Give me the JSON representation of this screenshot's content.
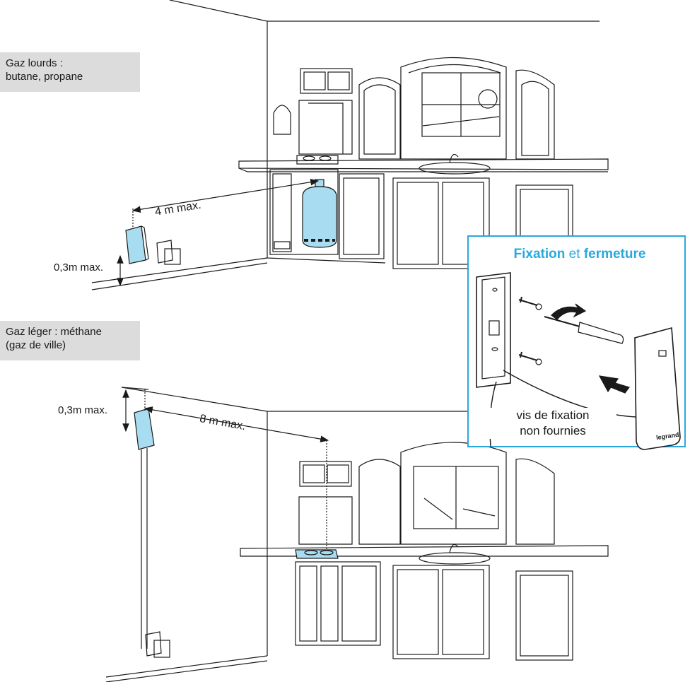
{
  "colors": {
    "accent": "#2aa8dd",
    "detector": "#a8dcf0",
    "label_bg": "#dcdcdc",
    "line": "#1a1a1a"
  },
  "heavy_gas": {
    "line1": "Gaz lourds :",
    "line2": "butane, propane",
    "height_label": "0,3m max.",
    "distance_label": "4 m max."
  },
  "light_gas": {
    "line1": "Gaz léger : méthane",
    "line2": "(gaz de ville)",
    "height_label": "0,3m max.",
    "distance_label": "8 m max."
  },
  "inset": {
    "title_bold": "Fixation",
    "title_connector": "et",
    "title_bold2": "fermeture",
    "caption_line1": "vis de fixation",
    "caption_line2": "non fournies",
    "brand": "legrand"
  },
  "icons": [
    "gas-detector-icon",
    "gas-bottle-icon",
    "screwdriver-icon",
    "screw-icon",
    "wall-socket-icon"
  ]
}
